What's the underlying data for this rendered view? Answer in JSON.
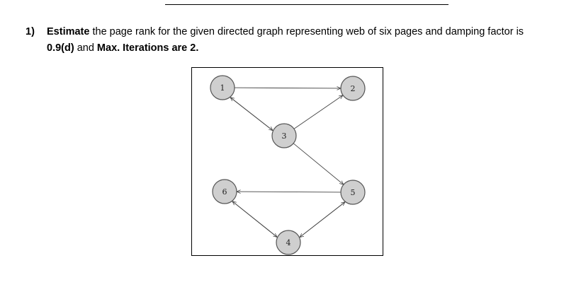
{
  "question": {
    "number": "1)",
    "bold_lead": "Estimate",
    "text_line1": " the page rank for the given directed graph representing web of six pages and damping factor is",
    "bold_line2": "0.9(d)",
    "text_line2_mid": " and ",
    "bold_line2_end": "Max. Iterations are 2."
  },
  "graph": {
    "nodes": [
      {
        "id": "1",
        "label": "1"
      },
      {
        "id": "2",
        "label": "2"
      },
      {
        "id": "3",
        "label": "3"
      },
      {
        "id": "4",
        "label": "4"
      },
      {
        "id": "5",
        "label": "5"
      },
      {
        "id": "6",
        "label": "6"
      }
    ],
    "edges": [
      {
        "from": "1",
        "to": "2"
      },
      {
        "from": "1",
        "to": "3"
      },
      {
        "from": "3",
        "to": "1"
      },
      {
        "from": "3",
        "to": "2"
      },
      {
        "from": "3",
        "to": "5"
      },
      {
        "from": "5",
        "to": "6"
      },
      {
        "from": "6",
        "to": "4"
      },
      {
        "from": "4",
        "to": "6"
      },
      {
        "from": "4",
        "to": "5"
      },
      {
        "from": "5",
        "to": "4"
      }
    ]
  }
}
